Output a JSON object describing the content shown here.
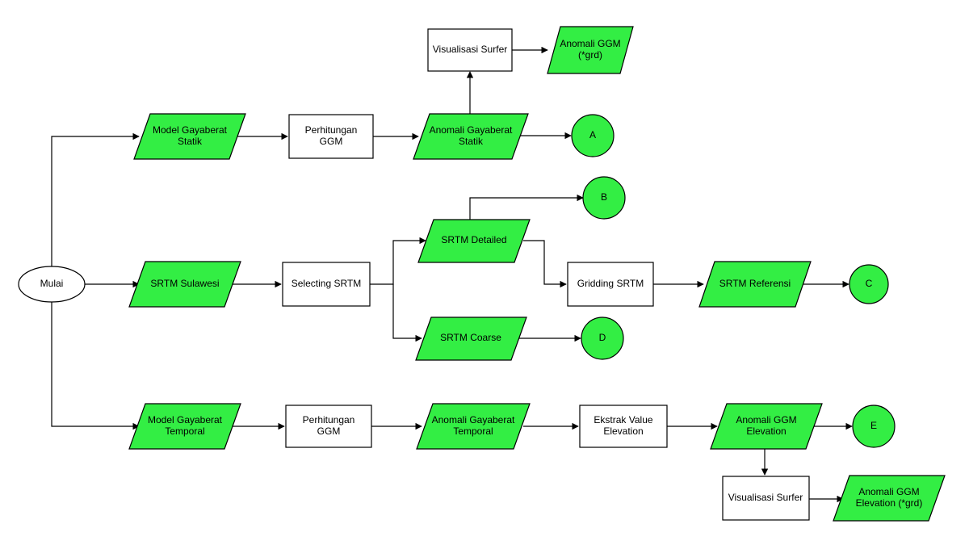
{
  "colors": {
    "data_fill": "#33ee44",
    "process_fill": "#ffffff",
    "terminal_fill": "#ffffff",
    "connector_fill": "#33ee44",
    "stroke": "#000000"
  },
  "nodes": {
    "mulai": [
      "Mulai"
    ],
    "model_statik": [
      "Model Gayaberat",
      "Statik"
    ],
    "perhitungan_ggm_1": [
      "Perhitungan",
      "GGM"
    ],
    "anomali_statik": [
      "Anomali Gayaberat",
      "Statik"
    ],
    "visualisasi_surfer_1": [
      "Visualisasi Surfer"
    ],
    "anomali_ggm_grd": [
      "Anomali GGM",
      "(*grd)"
    ],
    "connector_a": [
      "A"
    ],
    "srtm_sulawesi": [
      "SRTM Sulawesi"
    ],
    "selecting_srtm": [
      "Selecting SRTM"
    ],
    "srtm_detailed": [
      "SRTM Detailed"
    ],
    "connector_b": [
      "B"
    ],
    "gridding_srtm": [
      "Gridding SRTM"
    ],
    "srtm_referensi": [
      "SRTM Referensi"
    ],
    "connector_c": [
      "C"
    ],
    "srtm_coarse": [
      "SRTM Coarse"
    ],
    "connector_d": [
      "D"
    ],
    "model_temporal": [
      "Model Gayaberat",
      "Temporal"
    ],
    "perhitungan_ggm_2": [
      "Perhitungan",
      "GGM"
    ],
    "anomali_temporal": [
      "Anomali Gayaberat",
      "Temporal"
    ],
    "ekstrak_value": [
      "Ekstrak Value",
      "Elevation"
    ],
    "anomali_ggm_elevation": [
      "Anomali GGM",
      "Elevation"
    ],
    "connector_e": [
      "E"
    ],
    "visualisasi_surfer_2": [
      "Visualisasi Surfer"
    ],
    "anomali_ggm_elevation_grd": [
      "Anomali GGM",
      "Elevation (*grd)"
    ]
  }
}
